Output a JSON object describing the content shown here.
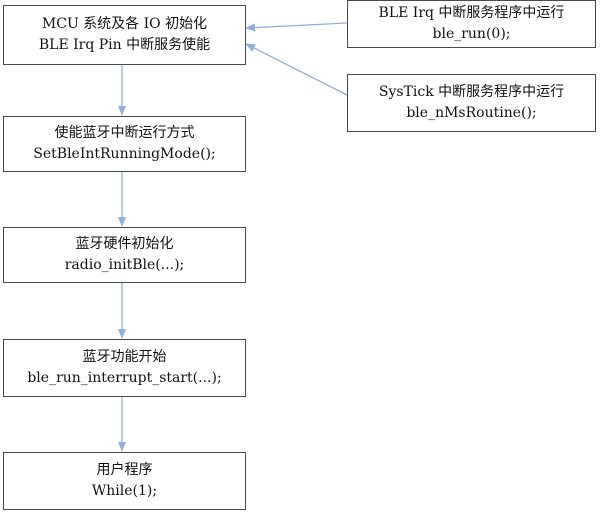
{
  "colors": {
    "box_border": "#4a4a4a",
    "arrow": "#8fb0d8",
    "text": "#111111",
    "background": "#ffffff"
  },
  "nodes": {
    "init": {
      "line1": "MCU 系统及各 IO 初始化",
      "line2": "BLE Irq Pin 中断服务使能"
    },
    "running_mode": {
      "line1": "使能蓝牙中断运行方式",
      "line2": "SetBleIntRunningMode();"
    },
    "hw_init": {
      "line1": "蓝牙硬件初始化",
      "line2": "radio_initBle(...);"
    },
    "func_start": {
      "line1": "蓝牙功能开始",
      "line2": "ble_run_interrupt_start(...);"
    },
    "user_program": {
      "line1": "用户程序",
      "line2": "While(1);"
    },
    "ble_irq": {
      "line1": "BLE Irq 中断服务程序中运行",
      "line2": "ble_run(0);"
    },
    "systick": {
      "line1": "SysTick 中断服务程序中运行",
      "line2": "ble_nMsRoutine();"
    }
  }
}
